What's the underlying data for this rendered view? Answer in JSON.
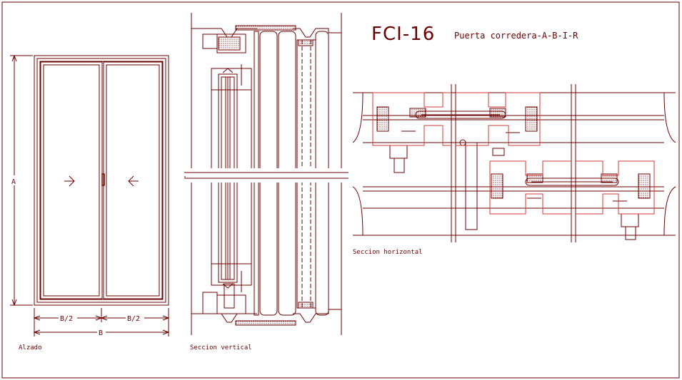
{
  "title": {
    "code": "FCI-16",
    "description": "Puerta corredera-A-B-I-R"
  },
  "views": {
    "elevation": "Alzado",
    "vertical_section": "Seccion vertical",
    "horizontal_section": "Seccion horizontal"
  },
  "dimensions": {
    "height": "A",
    "half_width_left": "B/2",
    "half_width_right": "B/2",
    "width": "B"
  },
  "colors": {
    "line": "#6b0000",
    "red_outline": "#d03a3a",
    "background": "#ffffff"
  }
}
